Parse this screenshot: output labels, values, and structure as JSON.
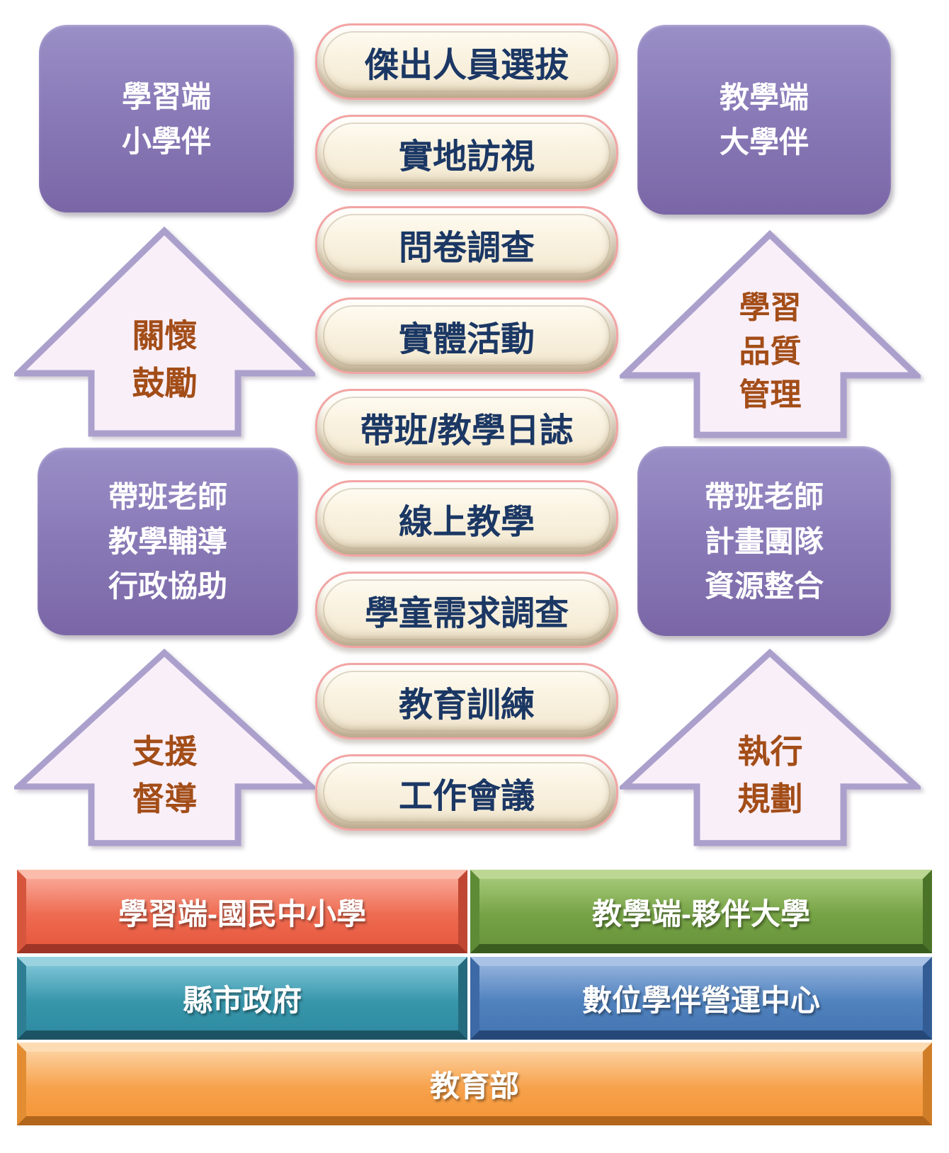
{
  "boxes": {
    "top_left": {
      "lines": [
        "學習端",
        "小學伴"
      ]
    },
    "top_right": {
      "lines": [
        "教學端",
        "大學伴"
      ]
    },
    "mid_left": {
      "lines": [
        "帶班老師",
        "教學輔導",
        "行政協助"
      ]
    },
    "mid_right": {
      "lines": [
        "帶班老師",
        "計畫團隊",
        "資源整合"
      ]
    }
  },
  "arrows": {
    "upper_left": {
      "lines": [
        "關懷",
        "鼓勵"
      ]
    },
    "upper_right": {
      "lines": [
        "學習",
        "品質",
        "管理"
      ]
    },
    "lower_left": {
      "lines": [
        "支援",
        "督導"
      ]
    },
    "lower_right": {
      "lines": [
        "執行",
        "規劃"
      ]
    }
  },
  "pills": [
    "傑出人員選拔",
    "實地訪視",
    "問卷調查",
    "實體活動",
    "帶班/教學日誌",
    "線上教學",
    "學童需求調查",
    "教育訓練",
    "工作會議"
  ],
  "bars": [
    {
      "label": "學習端-國民中小學",
      "color": "#EC6248"
    },
    {
      "label": "教學端-夥伴大學",
      "color": "#6F9C40"
    },
    {
      "label": "縣市政府",
      "color": "#338FA5"
    },
    {
      "label": "數位學伴營運中心",
      "color": "#4C7EBB"
    },
    {
      "label": "教育部",
      "color": "#F59D45"
    }
  ],
  "colors": {
    "box_purple_top": "#9A8FC7",
    "box_purple_bottom": "#7A66A6",
    "box_text": "#FFFFFF",
    "arrow_fill": "#F9EFF9",
    "arrow_border": "#ABA0CC",
    "arrow_text": "#A34D18",
    "pill_fill": "#FAF3E2",
    "pill_border": "#F2A5A4",
    "pill_text": "#1B3764",
    "bar_text": "#FFFFFF"
  }
}
